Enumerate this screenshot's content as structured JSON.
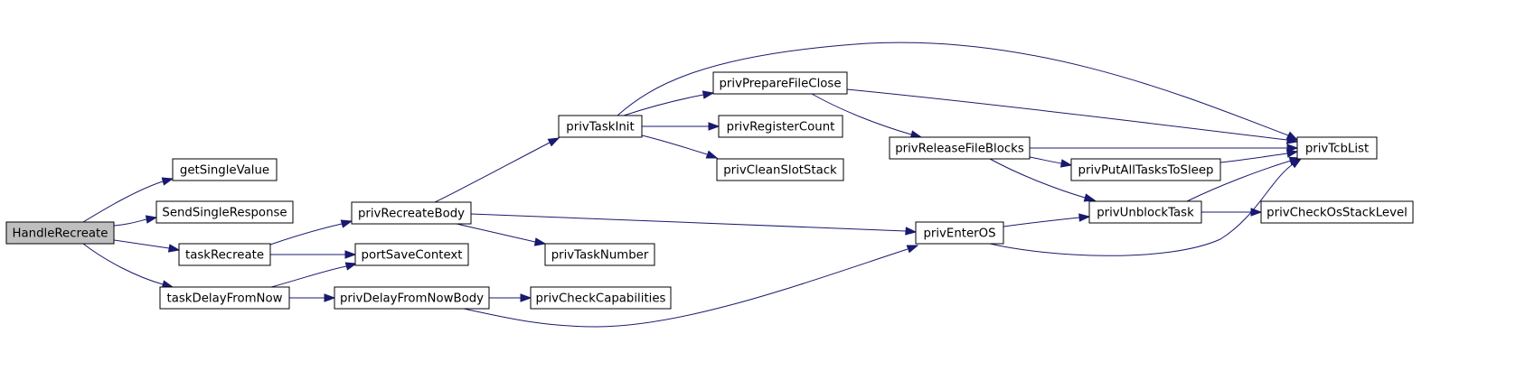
{
  "graph": {
    "edge_color": "#191970",
    "root_fill": "#bfbfbf",
    "nodes": {
      "handlerecreate": "HandleRecreate",
      "getsinglevalue": "getSingleValue",
      "sendsingleresponse": "SendSingleResponse",
      "taskrecreate": "taskRecreate",
      "taskdelayfromnow": "taskDelayFromNow",
      "privrecreatebody": "privRecreateBody",
      "portsavecontext": "portSaveContext",
      "privdelayfromnowbody": "privDelayFromNowBody",
      "privtaskinit": "privTaskInit",
      "privtasknumber": "privTaskNumber",
      "privcheckcapabilities": "privCheckCapabilities",
      "privpreparefileclose": "privPrepareFileClose",
      "privregistercount": "privRegisterCount",
      "privcleanslotstack": "privCleanSlotStack",
      "privreleasefileblocks": "privReleaseFileBlocks",
      "priventeros": "privEnterOS",
      "privputalltaskstosleep": "privPutAllTasksToSleep",
      "privunblocktask": "privUnblockTask",
      "privtcblist": "privTcbList",
      "privcheckosstacklevel": "privCheckOsStackLevel"
    },
    "edges": [
      [
        "handlerecreate",
        "getsinglevalue"
      ],
      [
        "handlerecreate",
        "sendsingleresponse"
      ],
      [
        "handlerecreate",
        "taskrecreate"
      ],
      [
        "handlerecreate",
        "taskdelayfromnow"
      ],
      [
        "taskrecreate",
        "privrecreatebody"
      ],
      [
        "taskrecreate",
        "portsavecontext"
      ],
      [
        "taskdelayfromnow",
        "portsavecontext"
      ],
      [
        "taskdelayfromnow",
        "privdelayfromnowbody"
      ],
      [
        "privrecreatebody",
        "privtaskinit"
      ],
      [
        "privrecreatebody",
        "privtasknumber"
      ],
      [
        "privrecreatebody",
        "priventeros"
      ],
      [
        "privdelayfromnowbody",
        "privcheckcapabilities"
      ],
      [
        "privdelayfromnowbody",
        "priventeros"
      ],
      [
        "privtaskinit",
        "privpreparefileclose"
      ],
      [
        "privtaskinit",
        "privregistercount"
      ],
      [
        "privtaskinit",
        "privcleanslotstack"
      ],
      [
        "privtaskinit",
        "privtcblist"
      ],
      [
        "privpreparefileclose",
        "privreleasefileblocks"
      ],
      [
        "privpreparefileclose",
        "privtcblist"
      ],
      [
        "privreleasefileblocks",
        "privputalltaskstosleep"
      ],
      [
        "privreleasefileblocks",
        "privunblocktask"
      ],
      [
        "privreleasefileblocks",
        "privtcblist"
      ],
      [
        "priventeros",
        "privunblocktask"
      ],
      [
        "priventeros",
        "privtcblist"
      ],
      [
        "privputalltaskstosleep",
        "privtcblist"
      ],
      [
        "privunblocktask",
        "privtcblist"
      ],
      [
        "privunblocktask",
        "privcheckosstacklevel"
      ]
    ]
  }
}
